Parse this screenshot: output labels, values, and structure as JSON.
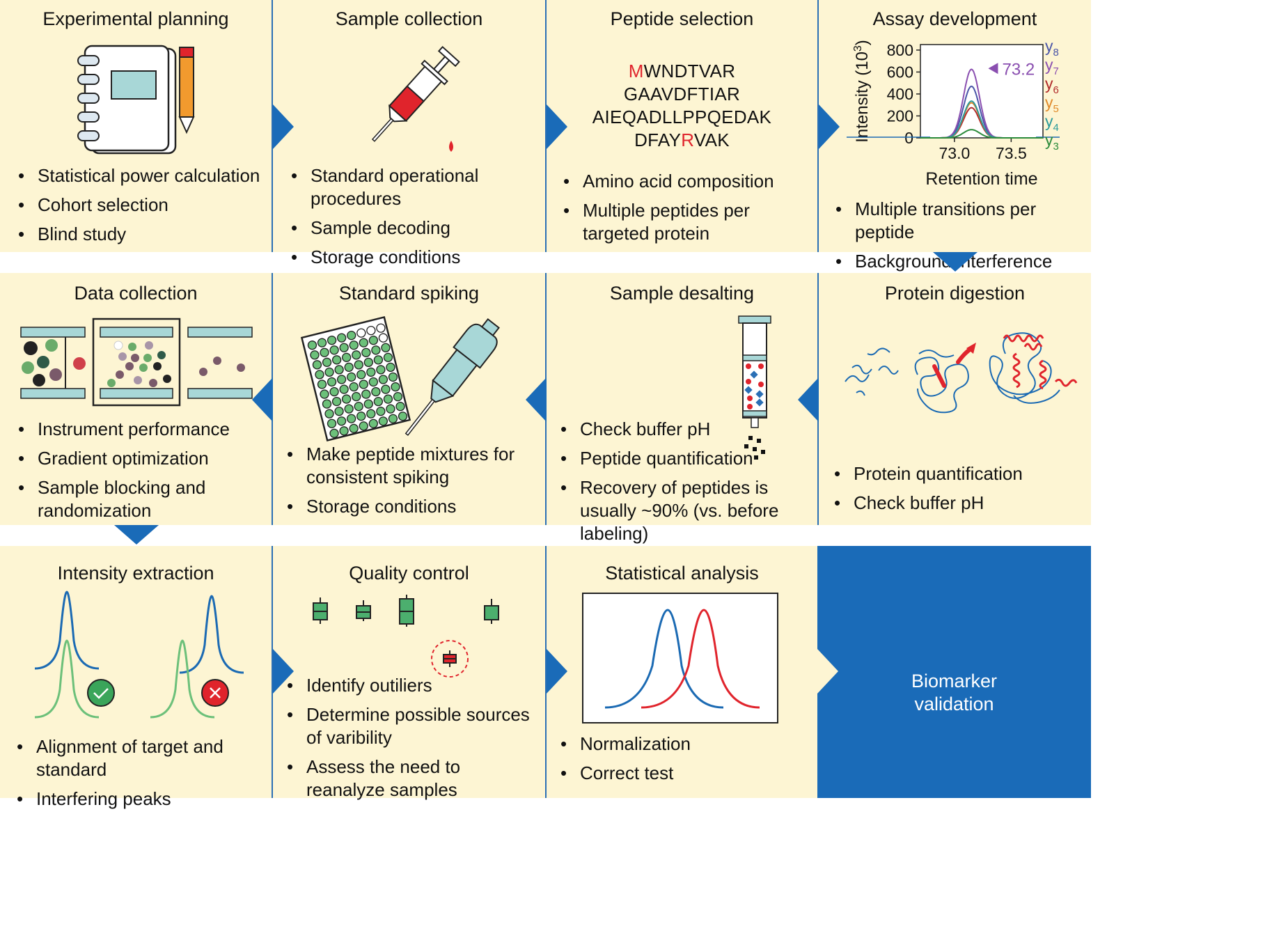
{
  "colors": {
    "panel_bg": "#fdf5d3",
    "arrow_blue": "#1a6bb8",
    "accent_red": "#e0242c",
    "line_blue": "#1b6ab3",
    "line_green": "#6cc07a"
  },
  "panels": {
    "experimental_planning": {
      "title": "Experimental planning",
      "bullets": [
        "Statistical power calculation",
        "Cohort selection",
        "Blind study"
      ]
    },
    "sample_collection": {
      "title": "Sample collection",
      "bullets": [
        "Standard operational procedures",
        "Sample decoding",
        "Storage conditions"
      ]
    },
    "peptide_selection": {
      "title": "Peptide selection",
      "sequences": [
        {
          "first": "M",
          "rest": "WNDTVAR"
        },
        {
          "plain": "GAAVDFTIAR"
        },
        {
          "plain": "AIEQADLLPPQEDAK"
        },
        {
          "before": "DFAY",
          "red": "R",
          "after": "VAK"
        }
      ],
      "bullets": [
        "Amino acid composition",
        "Multiple peptides per targeted protein"
      ]
    },
    "assay_development": {
      "title": "Assay development",
      "bullets": [
        "Multiple transitions per peptide",
        "Background interference"
      ]
    },
    "data_collection": {
      "title": "Data collection",
      "bullets": [
        "Instrument performance",
        "Gradient optimization",
        "Sample blocking and randomization"
      ]
    },
    "standard_spiking": {
      "title": "Standard spiking",
      "bullets": [
        "Make peptide mixtures for consistent spiking",
        "Storage conditions"
      ]
    },
    "sample_desalting": {
      "title": "Sample desalting",
      "bullets": [
        "Check buffer pH",
        "Peptide quantification",
        "Recovery of peptides is usually ~90% (vs. before labeling)"
      ]
    },
    "protein_digestion": {
      "title": "Protein digestion",
      "bullets": [
        "Protein quantification",
        "Check buffer pH"
      ]
    },
    "intensity_extraction": {
      "title": "Intensity extraction",
      "bullets": [
        "Alignment of target and standard",
        "Interfering peaks"
      ]
    },
    "quality_control": {
      "title": "Quality control",
      "bullets": [
        "Identify outiliers",
        "Determine possible sources of varibility",
        "Assess the need to reanalyze samples"
      ]
    },
    "statistical_analysis": {
      "title": "Statistical analysis",
      "bullets": [
        "Normalization",
        "Correct test"
      ]
    },
    "biomarker_validation": {
      "line1": "Biomarker",
      "line2": "validation"
    }
  },
  "chart_data": {
    "type": "line",
    "xlabel": "Retention time",
    "ylabel": "Intensity (10",
    "ylabel_sup": "3",
    "ylabel_close": ")",
    "xlim": [
      72.7,
      73.78
    ],
    "ylim": [
      0,
      850
    ],
    "xticks": [
      73.0,
      73.5
    ],
    "xtick_labels": [
      "73.0",
      "73.5"
    ],
    "yticks": [
      0,
      200,
      400,
      600,
      800
    ],
    "ytick_labels": [
      "0",
      "200",
      "400",
      "600",
      "800"
    ],
    "annotation": "73.2",
    "annotation_x": 73.2,
    "annotation_y": 620,
    "peak_center": 73.15,
    "peak_width": 0.07,
    "series": [
      {
        "name": "y",
        "sub": "8",
        "color": "#4a55a8",
        "peak": 470
      },
      {
        "name": "y",
        "sub": "7",
        "color": "#8a4fb0",
        "peak": 625
      },
      {
        "name": "y",
        "sub": "6",
        "color": "#b02a2a",
        "peak": 275
      },
      {
        "name": "y",
        "sub": "5",
        "color": "#e08a2a",
        "peak": 320
      },
      {
        "name": "y",
        "sub": "4",
        "color": "#2a9a9a",
        "peak": 335
      },
      {
        "name": "y",
        "sub": "3",
        "color": "#2a8a3a",
        "peak": 75
      }
    ]
  }
}
